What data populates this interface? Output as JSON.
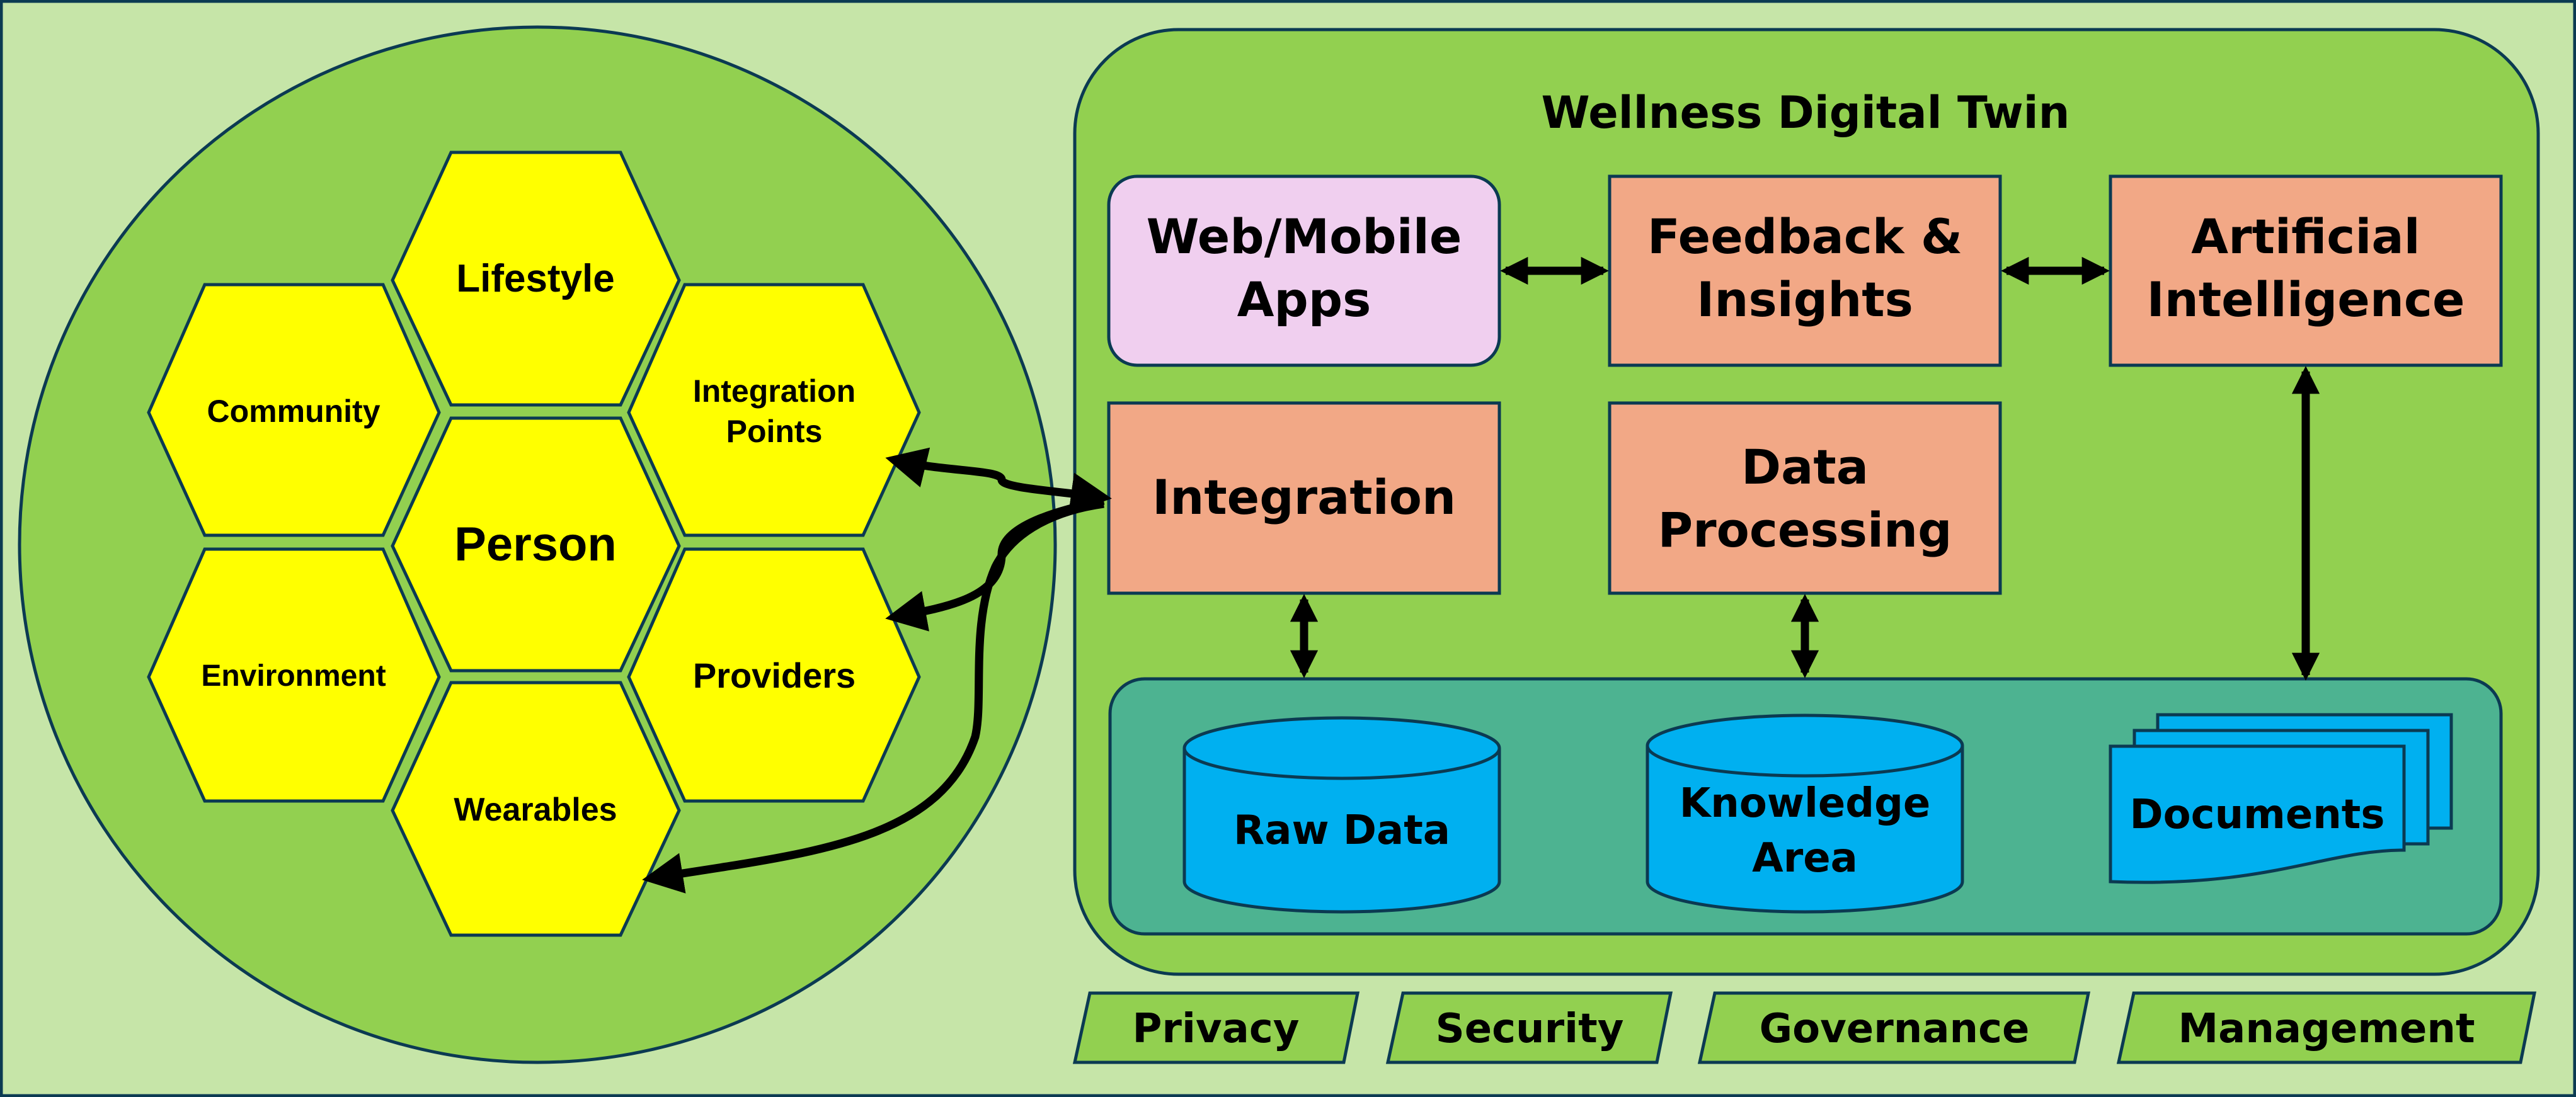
{
  "colors": {
    "background": "#c6e5a8",
    "panel": "#92d050",
    "hexagon": "#ffff00",
    "process_box": "#f2a886",
    "apps_box": "#f0cfef",
    "storage_area": "#4db391",
    "storage_shape": "#00b0f0",
    "outline": "#0b3a52"
  },
  "person_cluster": {
    "center": "Person",
    "lifestyle": "Lifestyle",
    "community": "Community",
    "integration_points": [
      "Integration",
      "Points"
    ],
    "environment": "Environment",
    "providers": "Providers",
    "wearables": "Wearables"
  },
  "twin": {
    "title": "Wellness Digital Twin",
    "web_apps": [
      "Web/Mobile",
      "Apps"
    ],
    "feedback": [
      "Feedback &",
      "Insights"
    ],
    "ai": [
      "Artificial",
      "Intelligence"
    ],
    "integration": "Integration",
    "data_processing": [
      "Data",
      "Processing"
    ],
    "raw_data": "Raw Data",
    "knowledge_area": [
      "Knowledge",
      "Area"
    ],
    "documents": "Documents"
  },
  "footer": {
    "privacy": "Privacy",
    "security": "Security",
    "governance": "Governance",
    "management": "Management"
  }
}
